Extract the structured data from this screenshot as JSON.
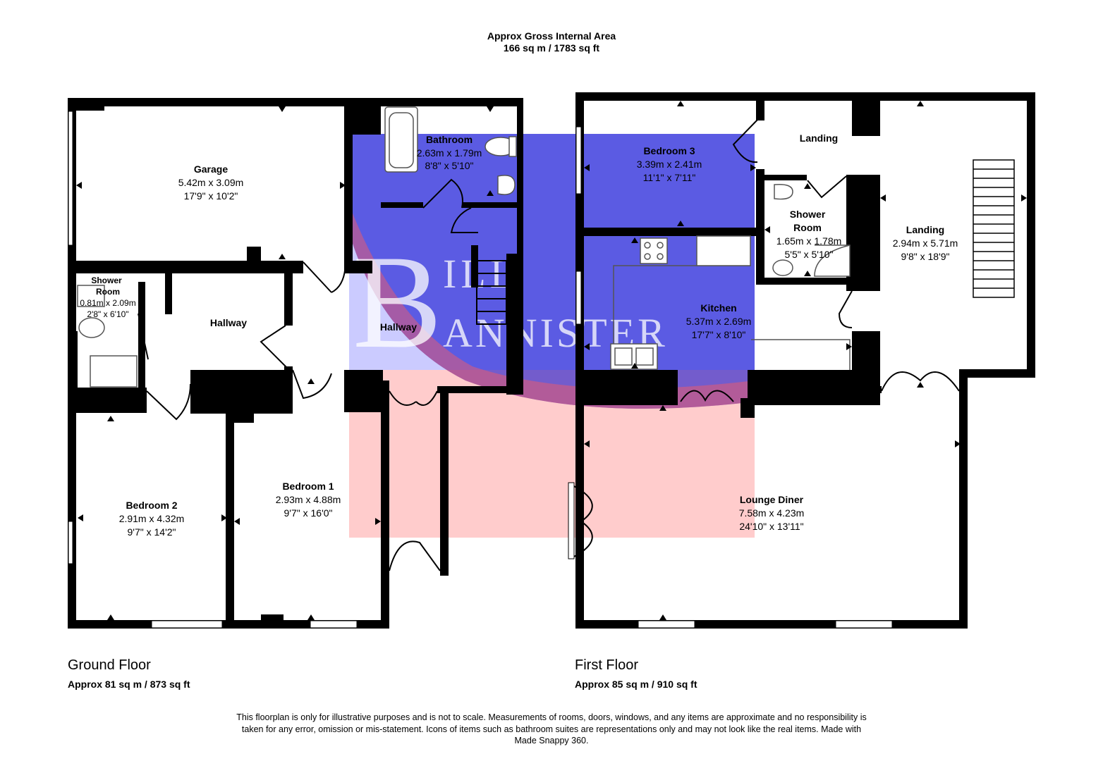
{
  "header": {
    "title": "Approx Gross Internal Area",
    "area": "166 sq m / 1783 sq ft"
  },
  "watermark": {
    "initial": "B",
    "line1": "ILL",
    "line2": "ANNISTER",
    "colors": {
      "blue": "#5252ee",
      "red": "#ff6b6b"
    }
  },
  "ground_floor": {
    "title": "Ground Floor",
    "area": "Approx 81 sq m / 873 sq ft",
    "rooms": {
      "garage": {
        "name": "Garage",
        "metric": "5.42m x 3.09m",
        "imperial": "17'9\" x 10'2\""
      },
      "bathroom": {
        "name": "Bathroom",
        "metric": "2.63m x 1.79m",
        "imperial": "8'8\" x 5'10\""
      },
      "shower_room": {
        "name1": "Shower",
        "name2": "Room",
        "metric": "0.81m x 2.09m",
        "imperial": "2'8\" x 6'10\""
      },
      "hallway_left": {
        "name": "Hallway"
      },
      "hallway_right": {
        "name": "Hallway"
      },
      "bedroom1": {
        "name": "Bedroom 1",
        "metric": "2.93m x 4.88m",
        "imperial": "9'7\" x 16'0\""
      },
      "bedroom2": {
        "name": "Bedroom 2",
        "metric": "2.91m x 4.32m",
        "imperial": "9'7\" x 14'2\""
      }
    }
  },
  "first_floor": {
    "title": "First Floor",
    "area": "Approx 85 sq m / 910 sq ft",
    "rooms": {
      "bedroom3": {
        "name": "Bedroom 3",
        "metric": "3.39m x 2.41m",
        "imperial": "11'1\" x 7'11\""
      },
      "landing_top": {
        "name": "Landing"
      },
      "shower_room": {
        "name1": "Shower",
        "name2": "Room",
        "metric": "1.65m x 1.78m",
        "imperial": "5'5\" x 5'10\""
      },
      "landing": {
        "name": "Landing",
        "metric": "2.94m x 5.71m",
        "imperial": "9'8\" x 18'9\""
      },
      "kitchen": {
        "name": "Kitchen",
        "metric": "5.37m x 2.69m",
        "imperial": "17'7\" x 8'10\""
      },
      "lounge_diner": {
        "name": "Lounge Diner",
        "metric": "7.58m x 4.23m",
        "imperial": "24'10\" x 13'11\""
      }
    }
  },
  "disclaimer": "This floorplan is only for illustrative purposes and is not to scale. Measurements of rooms, doors, windows, and any items are approximate and no responsibility is taken for any error, omission or mis-statement. Icons of items such as bathroom suites are representations only and may not look like the real items. Made with Made Snappy 360."
}
